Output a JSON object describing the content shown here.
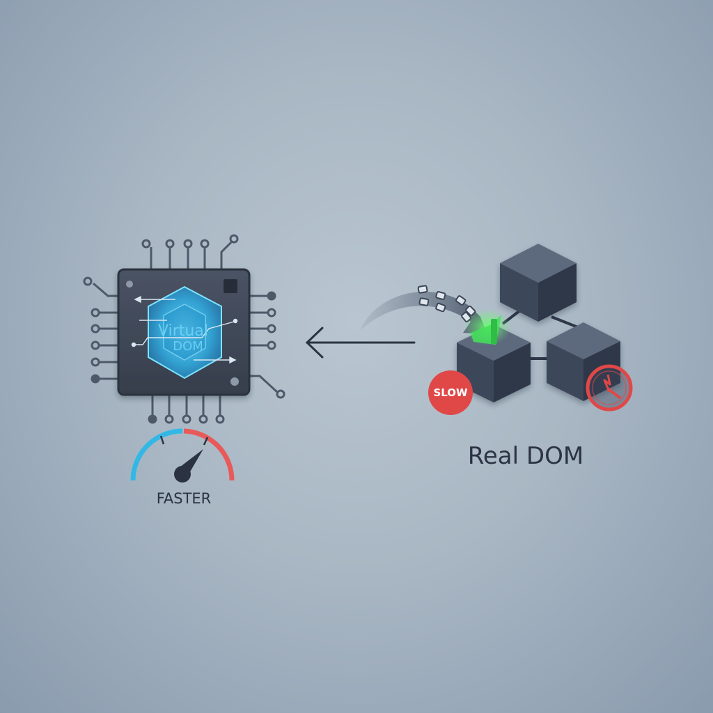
{
  "virtual_dom": {
    "label_line1": "Virtual",
    "label_line2": "DOM"
  },
  "speedometer": {
    "label": "FASTER"
  },
  "real_dom": {
    "label": "Real DOM",
    "slow_badge": "SLOW"
  },
  "colors": {
    "chip_body": "#3f4858",
    "chip_edge": "#2a313d",
    "pin": "#4d5868",
    "hexagon_glow": "#2fb8ee",
    "cube_top": "#5d6a7e",
    "cube_left": "#3d475a",
    "cube_right": "#2e3748",
    "highlight_green": "#44e05a",
    "slow_red": "#e04848",
    "gauge_blue": "#33b8e6",
    "gauge_red": "#e85a5a",
    "text_dark": "#2b3342"
  }
}
